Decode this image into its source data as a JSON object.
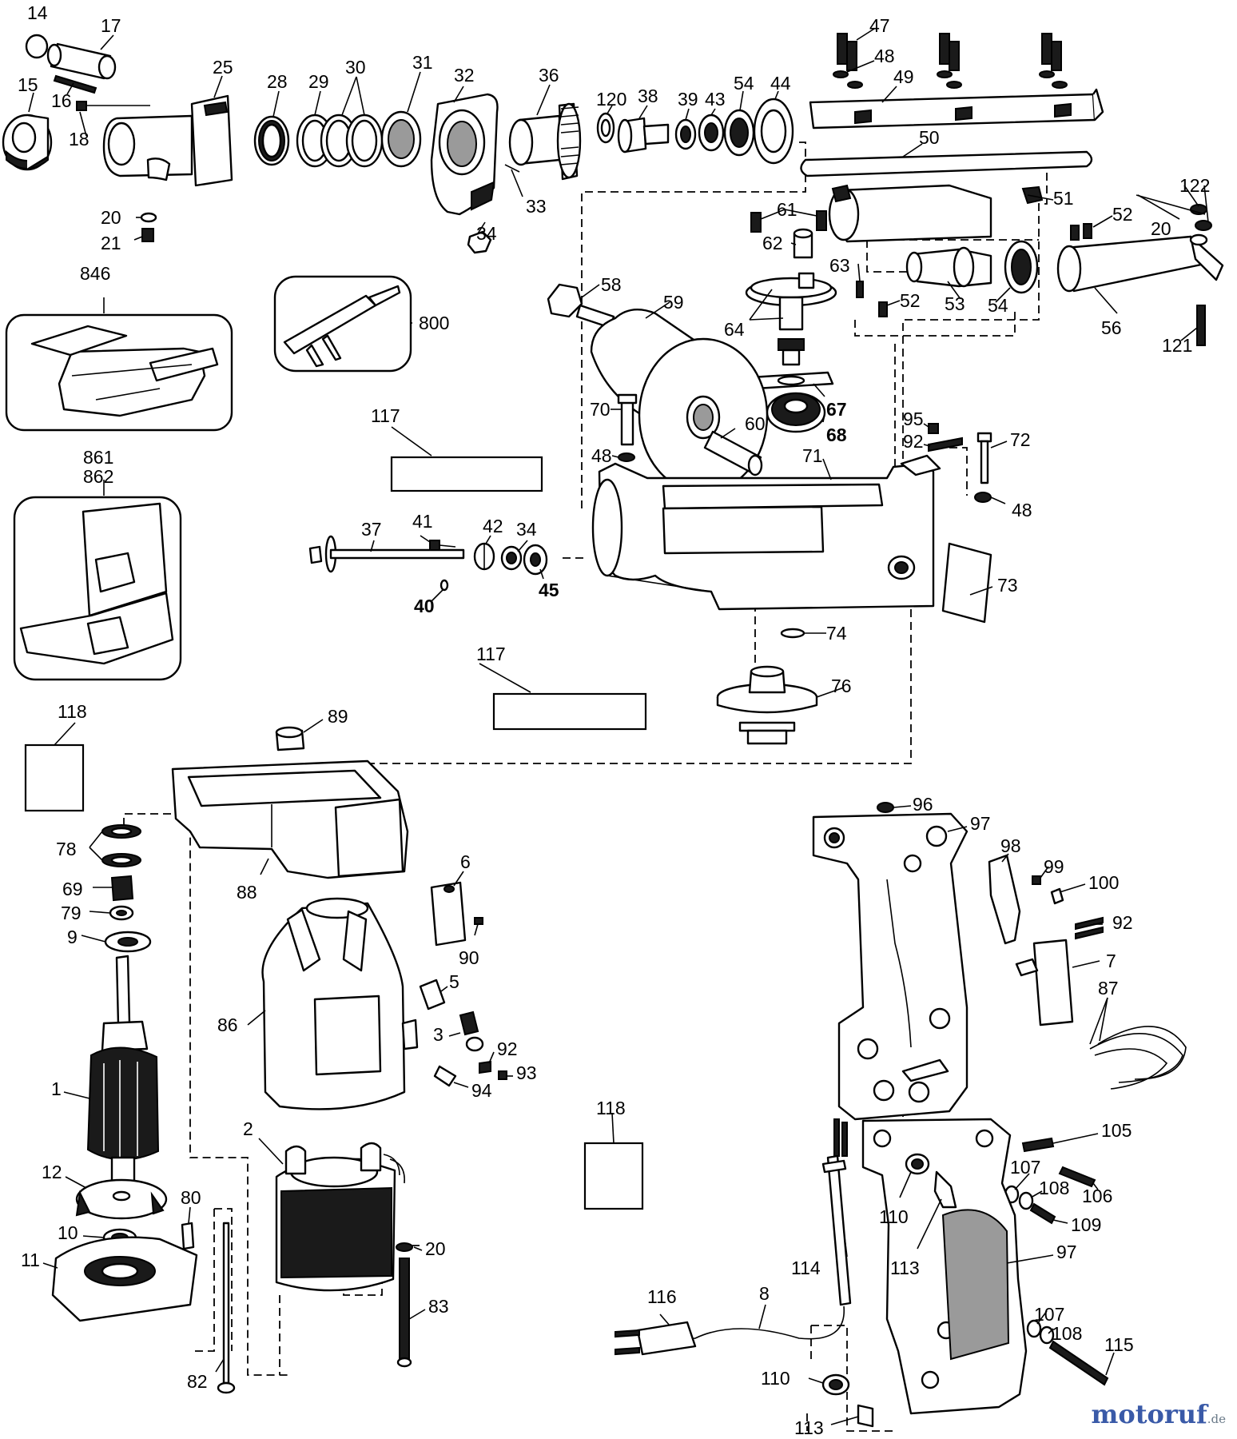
{
  "labels": {
    "l14": "14",
    "l17": "17",
    "l15": "15",
    "l16": "16",
    "l18": "18",
    "l25": "25",
    "l20a": "20",
    "l21": "21",
    "l28": "28",
    "l29": "29",
    "l30": "30",
    "l31": "31",
    "l32": "32",
    "l36": "36",
    "l33": "33",
    "l34a": "34",
    "l120": "120",
    "l38": "38",
    "l39": "39",
    "l43": "43",
    "l54a": "54",
    "l44": "44",
    "l47": "47",
    "l48a": "48",
    "l49": "49",
    "l50": "50",
    "l51": "51",
    "l52a": "52",
    "l52b": "52",
    "l122": "122",
    "l20b": "20",
    "l61": "61",
    "l62": "62",
    "l63": "63",
    "l53": "53",
    "l54b": "54",
    "l56": "56",
    "l121": "121",
    "l58": "58",
    "l59": "59",
    "l64": "64",
    "l67": "67",
    "l68": "68",
    "l70": "70",
    "l60": "60",
    "l48b": "48",
    "l71": "71",
    "l95": "95",
    "l92a": "92",
    "l72": "72",
    "l48c": "48",
    "l846": "846",
    "l800": "800",
    "l861": "861",
    "l862": "862",
    "l117a": "117",
    "l117b": "117",
    "l37": "37",
    "l41": "41",
    "l42": "42",
    "l34b": "34",
    "l40": "40",
    "l45": "45",
    "l73": "73",
    "l74": "74",
    "l76": "76",
    "l118a": "118",
    "l118b": "118",
    "l89": "89",
    "l88": "88",
    "l78": "78",
    "l69": "69",
    "l79": "79",
    "l9": "9",
    "l6": "6",
    "l90": "90",
    "l86": "86",
    "l5": "5",
    "l3": "3",
    "l92b": "92",
    "l93": "93",
    "l94": "94",
    "l1": "1",
    "l2": "2",
    "l12": "12",
    "l80": "80",
    "l10": "10",
    "l11": "11",
    "l20c": "20",
    "l83": "83",
    "l82": "82",
    "l96": "96",
    "l97a": "97",
    "l98": "98",
    "l99": "99",
    "l100": "100",
    "l92c": "92",
    "l7": "7",
    "l87": "87",
    "l105": "105",
    "l107a": "107",
    "l108a": "108",
    "l106": "106",
    "l109": "109",
    "l110a": "110",
    "l113a": "113",
    "l97b": "97",
    "l114": "114",
    "l116": "116",
    "l8": "8",
    "l107b": "107",
    "l108b": "108",
    "l115": "115",
    "l110b": "110",
    "l113b": "113"
  },
  "watermark": {
    "main": "motoruf",
    "suffix": ".de"
  }
}
